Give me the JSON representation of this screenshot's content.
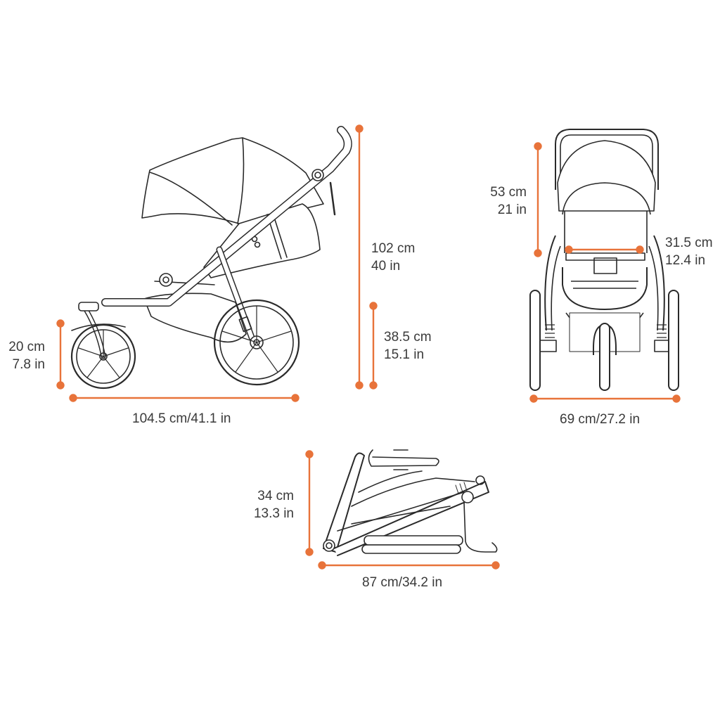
{
  "accent_color": "#e8733a",
  "side_view": {
    "wheel_height": {
      "cm": "20 cm",
      "in": "7.8 in"
    },
    "total_height": {
      "cm": "102 cm",
      "in": "40 in"
    },
    "seat_height": {
      "cm": "38.5 cm",
      "in": "15.1 in"
    },
    "length": "104.5 cm/41.1 in"
  },
  "front_view": {
    "backrest_height": {
      "cm": "53 cm",
      "in": "21 in"
    },
    "seat_width": {
      "cm": "31.5 cm",
      "in": "12.4 in"
    },
    "width": "69 cm/27.2 in"
  },
  "folded_view": {
    "height": {
      "cm": "34 cm",
      "in": "13.3 in"
    },
    "length": "87 cm/34.2 in"
  }
}
